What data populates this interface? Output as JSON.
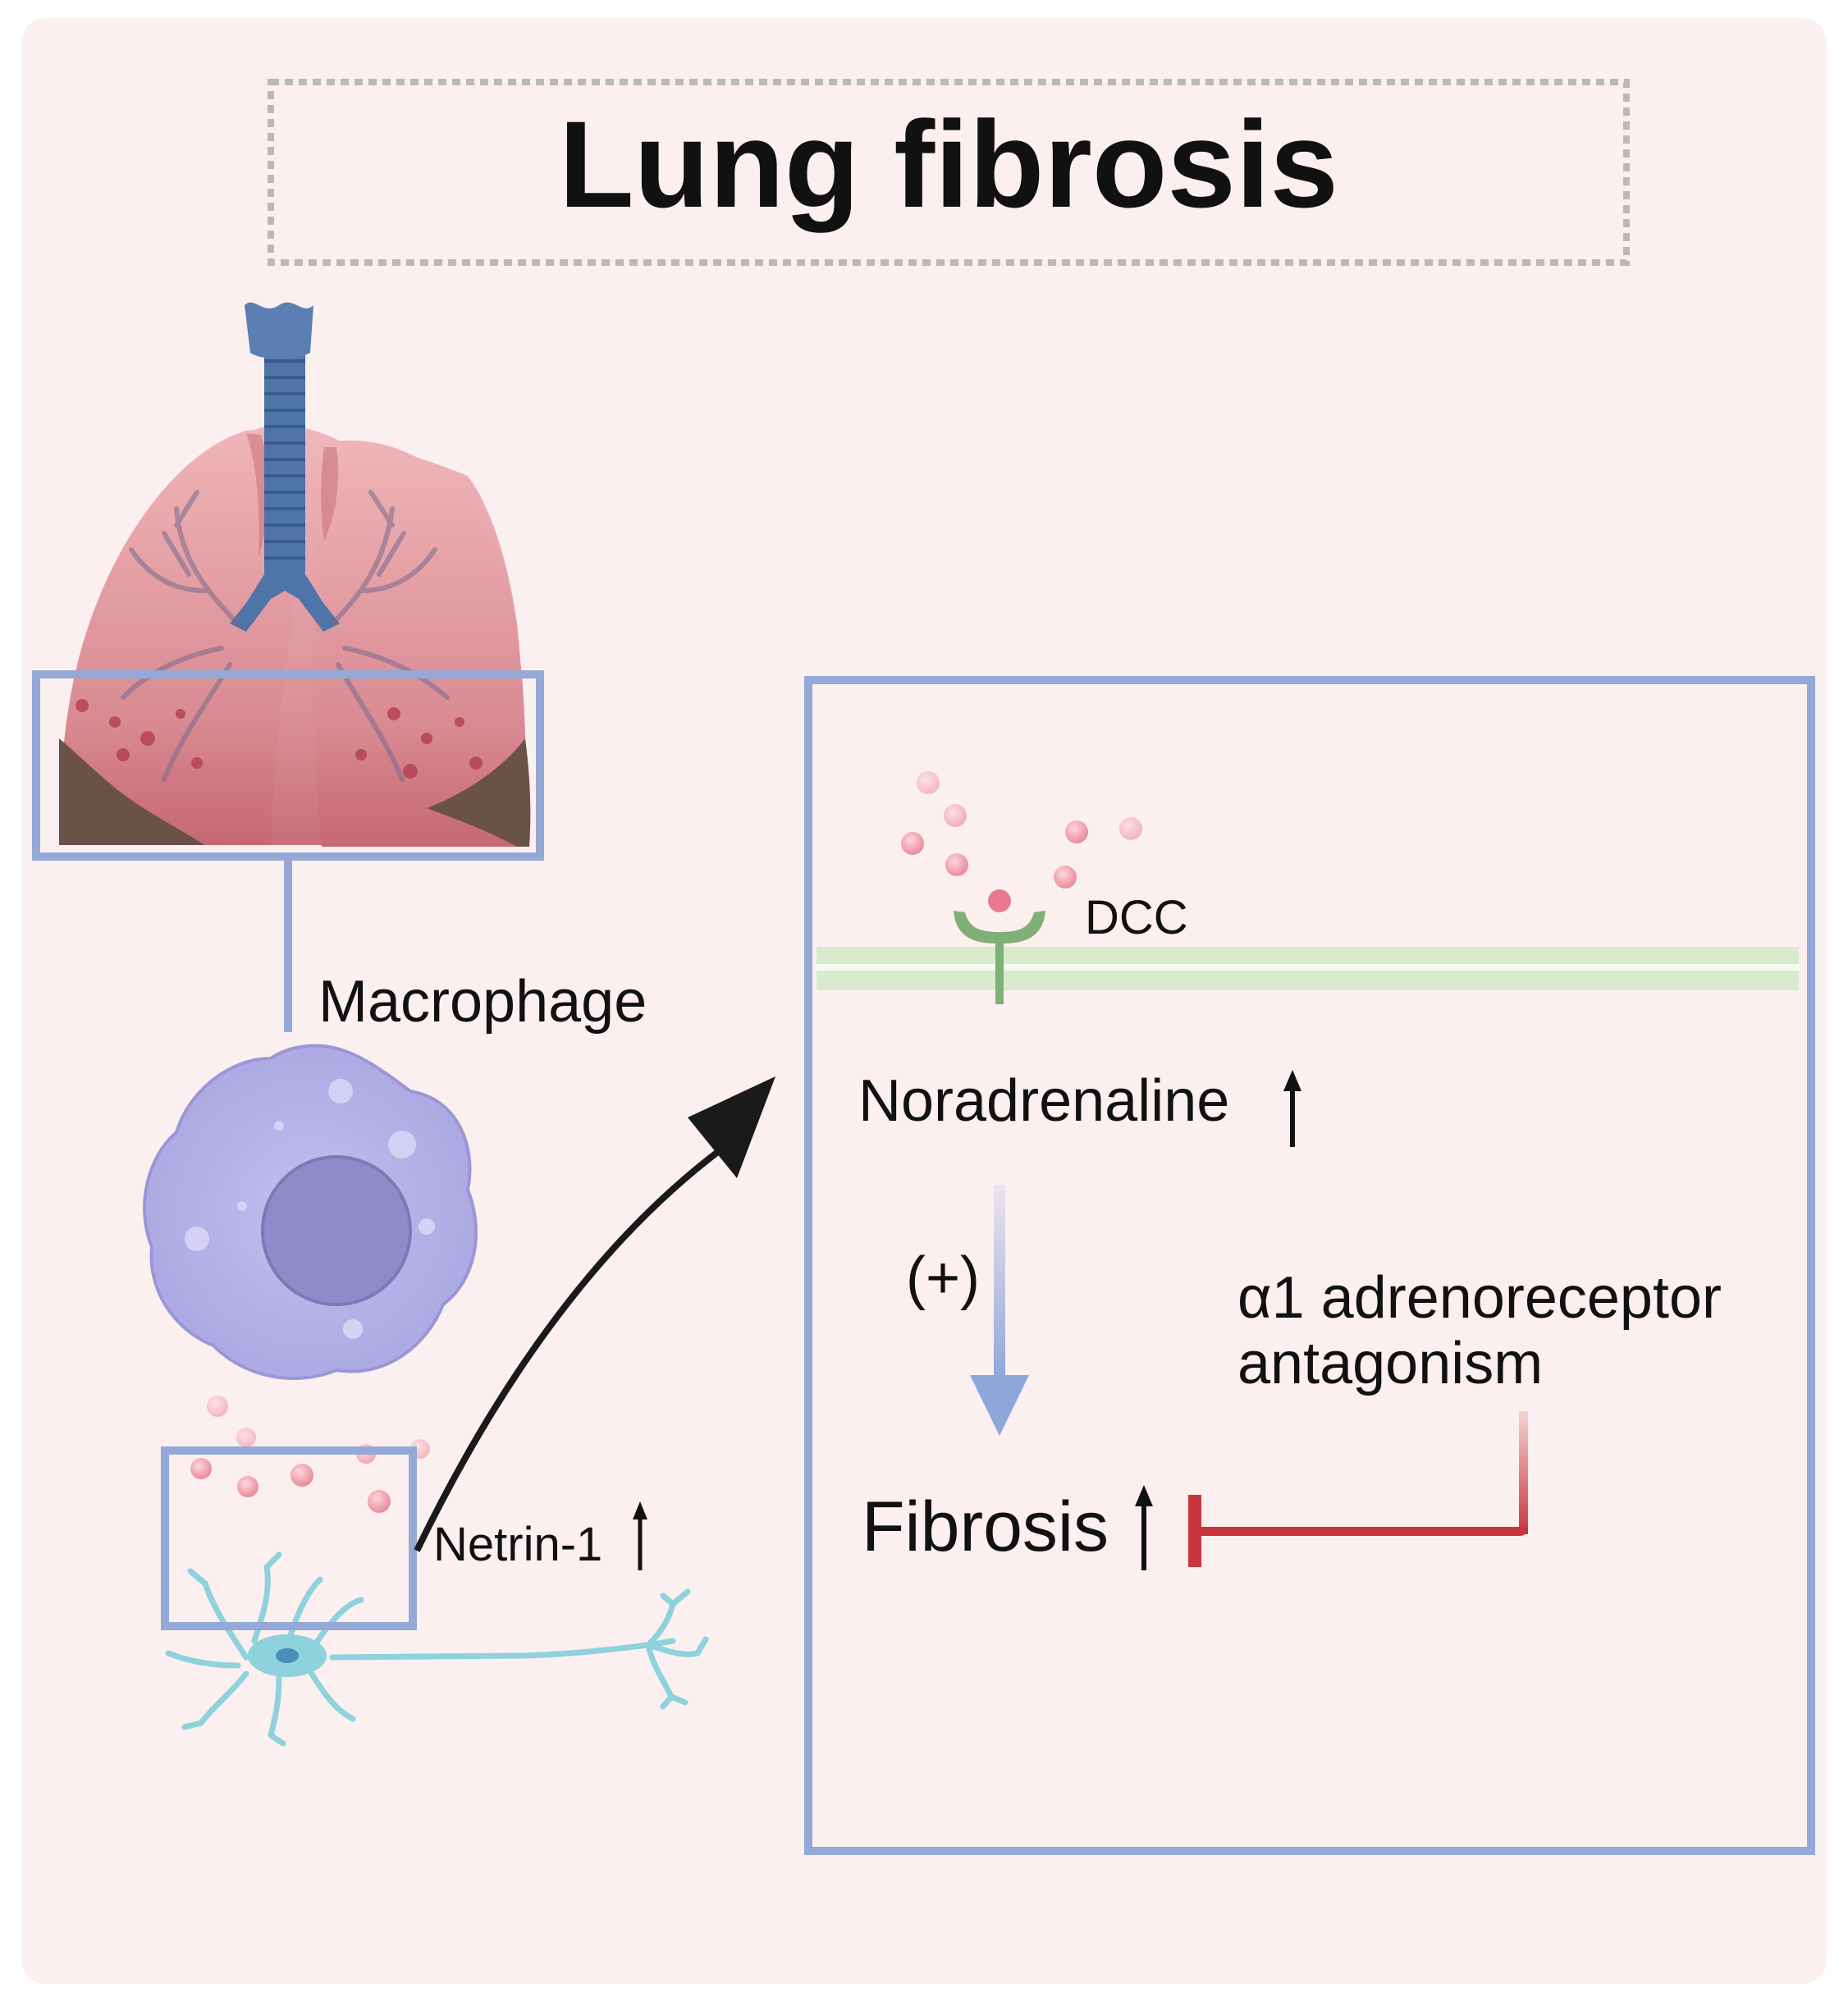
{
  "title": "Lung fibrosis",
  "labels": {
    "macrophage": "Macrophage",
    "netrin": "Netrin-1",
    "dcc": "DCC",
    "noradrenaline": "Noradrenaline",
    "plus": "(+)",
    "antagonism_line1": "α1 adrenoreceptor",
    "antagonism_line2": "antagonism",
    "fibrosis": "Fibrosis"
  },
  "icons": {
    "lungs": "lungs-icon",
    "macrophage": "macrophage-cell-icon",
    "neuron": "neuron-icon",
    "receptor": "dcc-receptor-icon",
    "membrane": "cell-membrane-icon",
    "netrin_particles": "netrin-particle-icon"
  },
  "colors": {
    "background": "#fcefef",
    "frame": "#94a9d6",
    "title_border": "#b9b9b9",
    "activation_arrow": "#8fa6da",
    "inhibition": "#c9353a",
    "curved_arrow": "#1a1a1a",
    "particle": "#f0a2b0",
    "membrane": "#d8ebcd",
    "receptor": "#7fb078",
    "macrophage": "#b5b2e6",
    "nucleus": "#8f8ac8",
    "neuron": "#8dd2dc",
    "trachea": "#4f74a8",
    "lung": "#e1a4a8"
  }
}
